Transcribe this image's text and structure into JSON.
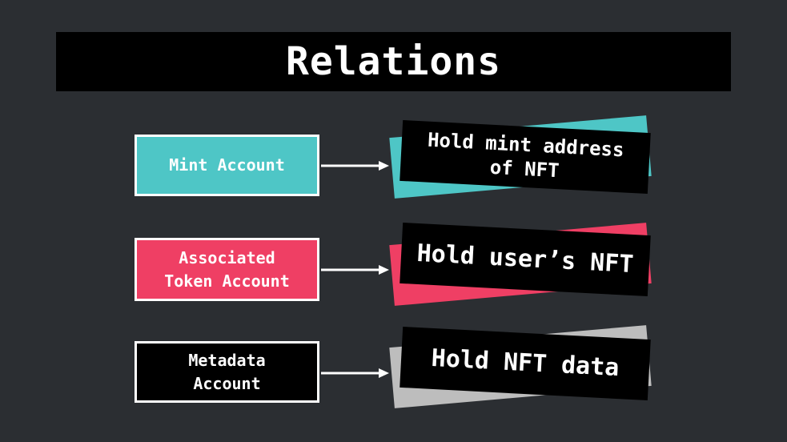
{
  "title": "Relations",
  "colors": {
    "background": "#2b2e32",
    "teal": "#4ec6c6",
    "pink": "#ef3f64",
    "gray": "#bdbdbd",
    "black": "#000000",
    "white": "#ffffff"
  },
  "relations": [
    {
      "account": "Mint Account",
      "description": "Hold mint address\nof NFT",
      "color": "teal"
    },
    {
      "account": "Associated\nToken Account",
      "description": "Hold user’s NFT",
      "color": "pink"
    },
    {
      "account": "Metadata\nAccount",
      "description": "Hold NFT data",
      "color": "gray"
    }
  ]
}
